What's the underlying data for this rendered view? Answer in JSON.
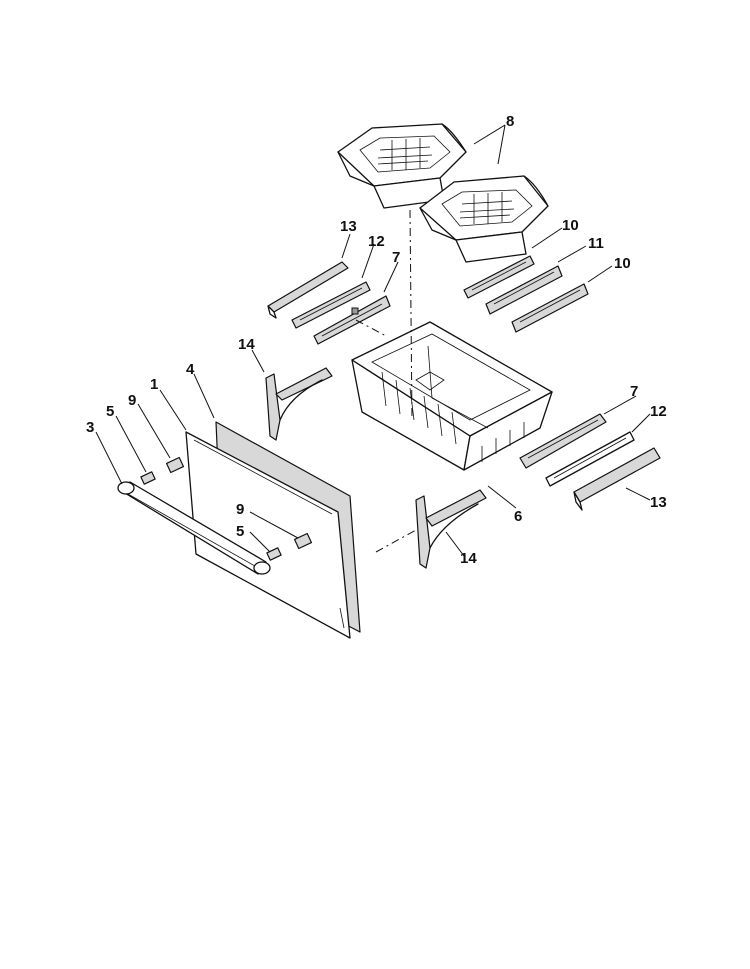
{
  "callouts": {
    "c8": "8",
    "c13a": "13",
    "c12a": "12",
    "c7a": "7",
    "c10a": "10",
    "c11": "11",
    "c10b": "10",
    "c14a": "14",
    "c4": "4",
    "c1": "1",
    "c9a": "9",
    "c5a": "5",
    "c3": "3",
    "c7b": "7",
    "c12b": "12",
    "c13b": "13",
    "c6": "6",
    "c14b": "14",
    "c9b": "9",
    "c5b": "5"
  },
  "colors": {
    "line": "#111111",
    "background": "#ffffff",
    "part_fill": "#d8d8d8"
  }
}
